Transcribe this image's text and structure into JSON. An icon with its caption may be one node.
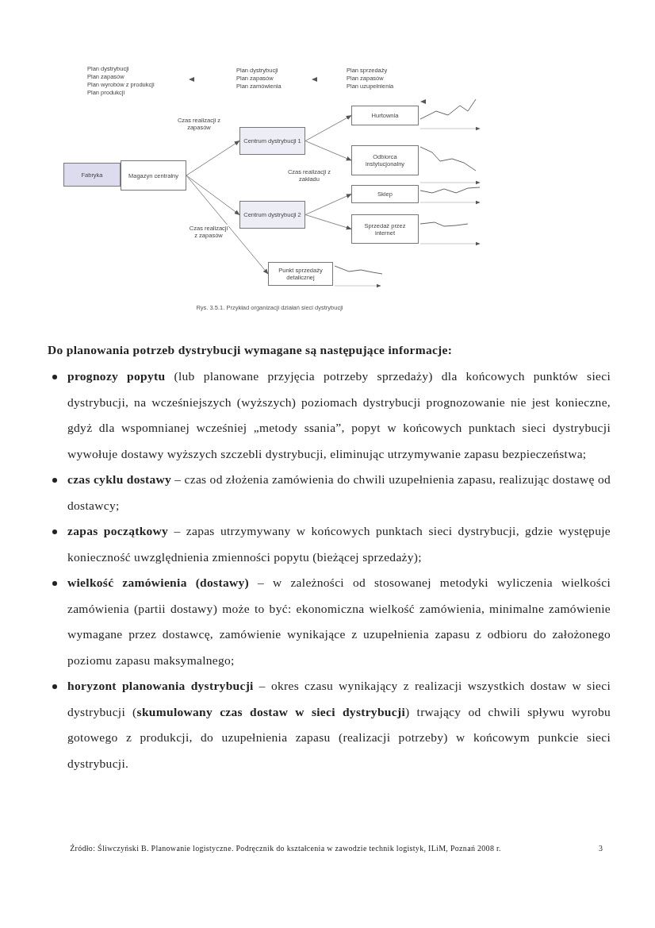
{
  "diagram": {
    "caption": "Rys. 3.5.1. Przykład organizacji działań sieci dystrybucji",
    "nodes": [
      {
        "text": [
          "Fabryka"
        ]
      },
      {
        "text": [
          "Magazyn centralny"
        ]
      },
      {
        "text": [
          "Centrum dystrybucji 1"
        ]
      },
      {
        "text": [
          "Centrum dystrybucji 2"
        ]
      },
      {
        "text": [
          "Hurtownia"
        ]
      },
      {
        "text": [
          "Odbiorca instytucjonalny"
        ]
      },
      {
        "text": [
          "Sklep"
        ]
      },
      {
        "text": [
          "Sprzedaż przez internet"
        ]
      },
      {
        "text": [
          "Punkt sprzedaży detalicznej"
        ]
      }
    ],
    "edges": [
      {
        "from": 1,
        "to": 2,
        "arrow": "to",
        "label": "Czas realizacji z zapasów"
      },
      {
        "from": 1,
        "to": 3,
        "arrow": "to"
      },
      {
        "from": 1,
        "to": 8,
        "arrow": "to",
        "label": "Czas realizacji z zapasów"
      },
      {
        "from": 2,
        "to": 4,
        "arrow": "to"
      },
      {
        "from": 2,
        "to": 5,
        "arrow": "to",
        "label": "Czas realizacji z zakładu"
      },
      {
        "from": 3,
        "to": 6,
        "arrow": "to"
      },
      {
        "from": 3,
        "to": 7,
        "arrow": "to"
      }
    ],
    "labels": [
      "Plan dystrybucji",
      "Plan zapasów",
      "Plan wyrobów z produkcji",
      "Plan produkcji",
      "Plan dystrybucji",
      "Plan zapasów",
      "Plan zamówienia",
      "Plan sprzedaży",
      "Plan zapasów",
      "Plan uzupełnienia",
      "Do planowania potrzeb dystrybucji wymagane są następujące informacje:",
      "**prognozy popytu** (lub planowane przyjęcia potrzeby sprzedaży) dla końcowych punktów sieci dystrybucji, na wcześniejszych (wyższych) poziomach dystrybucji prognozowanie nie jest konieczne, gdyż dla wspomnianej wcześniej „metody ssania”, popyt w końcowych punktach sieci dystrybucji wywołuje dostawy wyższych szczebli dystrybucji, eliminując utrzymywanie zapasu bezpieczeństwa;",
      "**czas cyklu dostawy** – czas od złożenia zamówienia do chwili uzupełnienia zapasu, realizując dostawę od dostawcy;",
      "**zapas początkowy** – zapas utrzymywany w końcowych punktach sieci dystrybucji, gdzie występuje konieczność uwzględnienia zmienności popytu (bieżącej sprzedaży);",
      "**wielkość zamówienia (dostawy)** – w zależności od stosowanej metodyki wyliczenia wielkości zamówienia (partii dostawy) może to być: ekonomiczna wielkość zamówienia, minimalne zamówienie wymagane przez dostawcę, zamówienie wynikające z uzupełnienia zapasu z odbioru do założonego poziomu zapasu maksymalnego;",
      "**horyzont planowania dystrybucji** – okres czasu wynikający z realizacji wszystkich dostaw w sieci dystrybucji (**skumulowany czas dostaw w sieci dystrybucji**) trwający od chwili spływu wyrobu gotowego z produkcji, do uzupełnienia zapasu (realizacji potrzeby) w końcowym punkcie sieci dystrybucji.",
      "Źródło: Śliwczyński B. Planowanie logistyczne. Podręcznik do kształcenia w zawodzie technik logistyk, ILiM, Poznań 2008 r.",
      "3"
    ]
  }
}
